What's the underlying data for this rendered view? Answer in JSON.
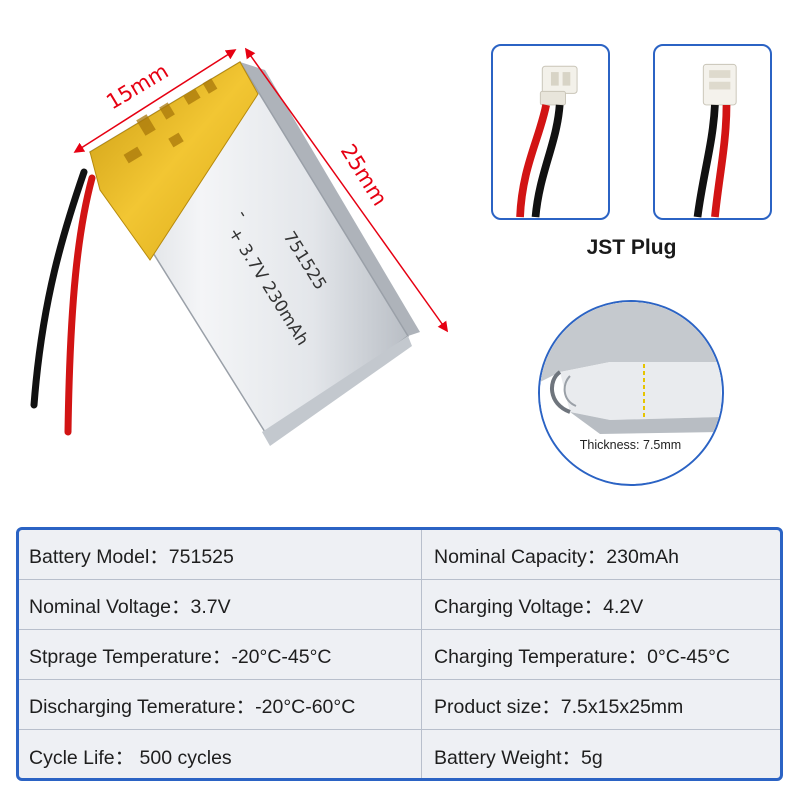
{
  "illustration": {
    "dimensions": {
      "width_label": "15mm",
      "length_label": "25mm"
    },
    "print": {
      "minus": "-",
      "model": "751525",
      "spec": "+ 3.7V 230mAh"
    }
  },
  "plug": {
    "caption": "JST Plug"
  },
  "thickness": {
    "label": "Thickness:  7.5mm"
  },
  "colors": {
    "accent": "#2b63c4",
    "dimension": "#e60012",
    "wire_red": "#d21414",
    "wire_black": "#111111"
  },
  "specs": {
    "rows": [
      {
        "left": "Battery Model：751525",
        "right": "Nominal Capacity：230mAh"
      },
      {
        "left": "Nominal Voltage：3.7V",
        "right": "Charging Voltage：4.2V"
      },
      {
        "left": "Stprage Temperature：-20°C-45°C",
        "right": "Charging Temperature：0°C-45°C"
      },
      {
        "left": "Discharging Temerature：-20°C-60°C",
        "right": "Product size：7.5x15x25mm"
      },
      {
        "left": "Cycle Life： 500 cycles",
        "right": "Battery Weight：5g"
      }
    ]
  }
}
